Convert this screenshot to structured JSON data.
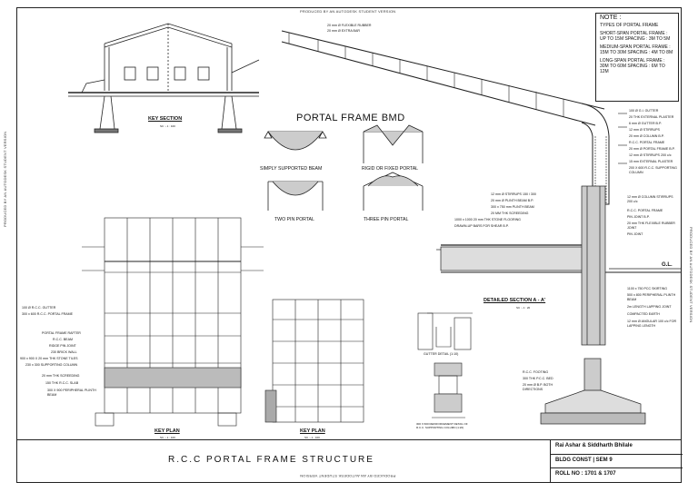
{
  "watermark": "PRODUCED BY AN AUTODESK STUDENT VERSION",
  "note": {
    "title": "NOTE :",
    "items": [
      "TYPES OF PORTAL FRAME",
      "SHORT-SPAN PORTAL FRAME : UP TO 15M SPACING : 3M TO 5M",
      "MEDIUM-SPAN PORTAL FRAME : 15M TO 30M SPACING : 4M TO 8M",
      "LONG-SPAN PORTAL FRAME : 30M TO 60M SPACING : 6M TO 12M"
    ]
  },
  "key_section": {
    "label": "KEY SECTION",
    "scale": "SC :- 1 : 100"
  },
  "bmd": {
    "title": "PORTAL FRAME BMD",
    "captions": [
      "SIMPLY SUPPORTED BEAM",
      "RIGID OR FIXED PORTAL",
      "TWO PIN PORTAL",
      "THREE PIN PORTAL"
    ]
  },
  "truss_labels": [
    "20 mm Ø FLEXIBLE RUBBER",
    "20 mm Ø EXTRA BAR"
  ],
  "column_labels": [
    "100 Ø G.I. GUTTER",
    "20 THK EXTERNAL PLASTER",
    "6 mm Ø GUTTER B.P.",
    "12 mm Ø STIRRUPS",
    "20 mm Ø COLUMN B.P.",
    "R.C.C. PORTAL FRAME",
    "20 mm Ø PORTAL FRAME B.P.",
    "12 mm Ø STIRRUPS 200 c/c",
    "15 mm EXTERNAL PLASTER",
    "200 X 600 R.C.C. SUPPORTING COLUMN"
  ],
  "section_left_labels": [
    "12 mm Ø STIRRUPS 150 / 300",
    "20 mm Ø PLINTH BEAM B.P.",
    "300 x 750 mm PLINTH BEAM",
    "20 MM THK SCREEDING",
    "1000 x 1000 20 mm THK STONE FLOORING",
    "DRAWN-UP BARS FOR SHEAR B.P."
  ],
  "section_right_labels": [
    "12 mm Ø COLUMN STIRRUPS 200 c/c",
    "R.C.C. PORTAL FRAME",
    "PIN JOINT B.P.",
    "20 mm THK FLEXIBLE RUBBER JOINT",
    "PIN JOINT"
  ],
  "section_foot_labels": [
    "1100 x 750 PCC SKIRTING",
    "500 x 800 PERIPHERAL PLINTH BEAM",
    "2m LENGTH LAPPING JOINT",
    "COMPACTED EARTH",
    "12 mm Ø ANGULAR 100 c/c FOR LAPPING LENGTH"
  ],
  "gl_label": "G.L.",
  "detailed_section": {
    "label": "DETAILED SECTION A - A'",
    "scale": "SC :- 1 : 20"
  },
  "key_plan_left_labels": [
    "100 Ø R.C.C. GUTTER",
    "300 x 600 R.C.C. PORTAL FRAME",
    "PORTAL FRAME RAFTER",
    "R.C.C. BEAM",
    "RIDGE PIN JOINT",
    "230 BRICK WALL",
    "900 x 900 X 20 mm THK STONE TILES",
    "230 x 300 SUPPORTING COLUMN",
    "20 mm THK SCREEDING",
    "150 THK R.C.C. SLAB",
    "300 X 900 PERIPHERAL PLINTH BEAM"
  ],
  "key_plan_1": {
    "label": "KEY PLAN",
    "scale": "SC :- 1 : 100"
  },
  "key_plan_2": {
    "label": "KEY PLAN",
    "scale": "SC :- 1 : 100"
  },
  "gutter_detail": "GUTTER DETAIL (1:10)",
  "column_detail": "300 X 600 REINFORCEMENT DETAIL OF R.C.C. SUPPORTING COLUMN (1:20)",
  "footing_labels": [
    "R.C.C. FOOTING",
    "300 THK P.C.C. BED",
    "20 mm Ø B.P. BOTH DIRECTIONS"
  ],
  "title_block": {
    "main_title": "R.C.C PORTAL FRAME STRUCTURE",
    "authors": "Rai Ashar & Siddharth Bhilale",
    "class": "BLDG CONST | SEM 9",
    "roll": "ROLL NO : 1701 & 1707"
  }
}
